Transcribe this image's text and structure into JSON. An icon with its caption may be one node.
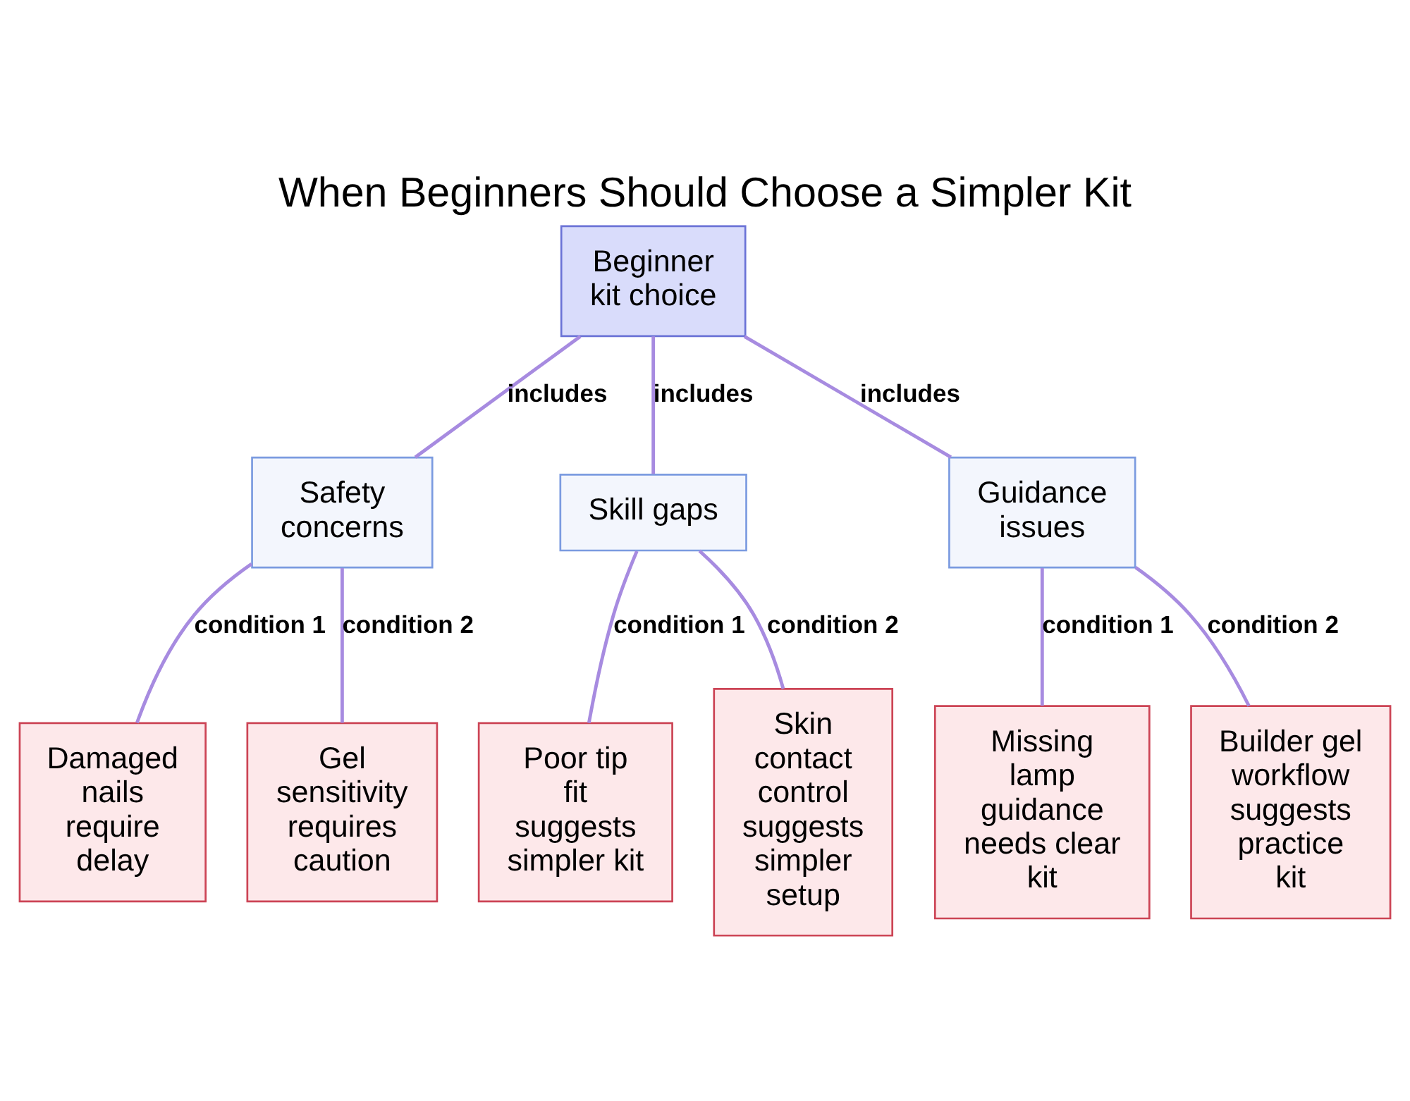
{
  "diagram": {
    "title": "When Beginners Should Choose a Simpler Kit",
    "nodes": [
      {
        "text": [
          "Beginner kit choice"
        ]
      },
      {
        "text": [
          "Safety concerns"
        ]
      },
      {
        "text": [
          "Skill gaps"
        ]
      },
      {
        "text": [
          "Guidance issues"
        ]
      },
      {
        "text": [
          "Damaged nails require delay"
        ]
      },
      {
        "text": [
          "Gel sensitivity requires caution"
        ]
      },
      {
        "text": [
          "Poor tip fit suggests simpler kit"
        ]
      },
      {
        "text": [
          "Skin contact control suggests simpler setup"
        ]
      },
      {
        "text": [
          "Missing lamp guidance needs clear kit"
        ]
      },
      {
        "text": [
          "Builder gel workflow suggests practice kit"
        ]
      }
    ],
    "edges": [
      {
        "from": 0,
        "to": 1,
        "arrow": "none",
        "label": "includes"
      },
      {
        "from": 0,
        "to": 2,
        "arrow": "none",
        "label": "includes"
      },
      {
        "from": 0,
        "to": 3,
        "arrow": "none",
        "label": "includes"
      },
      {
        "from": 1,
        "to": 4,
        "arrow": "none",
        "label": "condition 1"
      },
      {
        "from": 1,
        "to": 5,
        "arrow": "none",
        "label": "condition 2"
      },
      {
        "from": 2,
        "to": 6,
        "arrow": "none",
        "label": "condition 1"
      },
      {
        "from": 2,
        "to": 7,
        "arrow": "none",
        "label": "condition 2"
      },
      {
        "from": 3,
        "to": 8,
        "arrow": "none",
        "label": "condition 1"
      },
      {
        "from": 3,
        "to": 9,
        "arrow": "none",
        "label": "condition 2"
      }
    ]
  }
}
